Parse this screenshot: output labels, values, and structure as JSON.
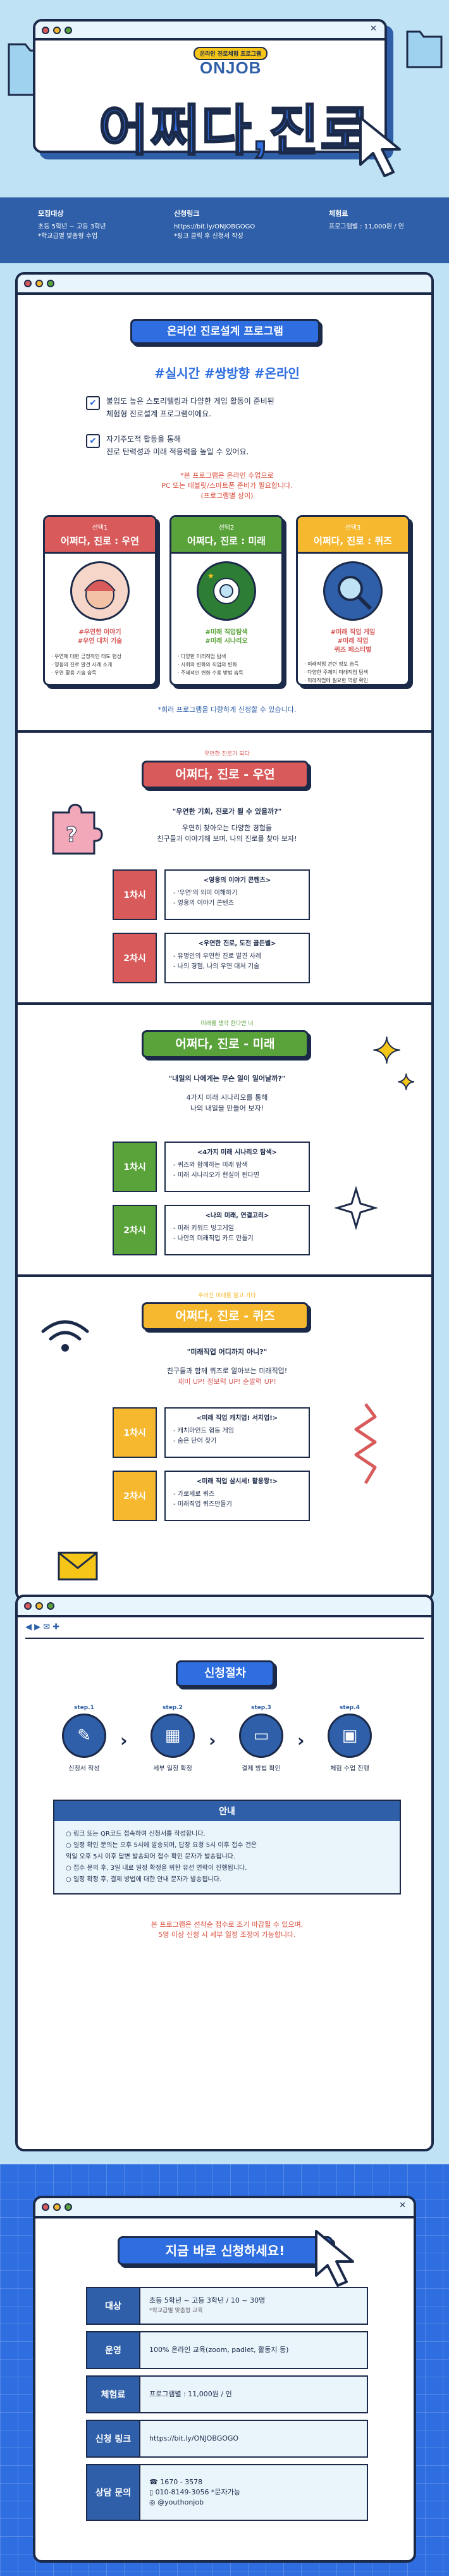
{
  "hero": {
    "badge": "온라인 진로체험 프로그램",
    "logo": "ONJOB",
    "title": "어쩌다,진로"
  },
  "info": [
    {
      "label": "모집대상",
      "lines": [
        "초등 5학년 ~ 고등 3학년",
        "*학교급별 맞춤형 수업"
      ]
    },
    {
      "label": "신청링크",
      "lines": [
        "https://bit.ly/ONJOBGOGO",
        "*링크 클릭 후 신청서 작성"
      ]
    },
    {
      "label": "체험료",
      "lines": [
        "프로그램별 : 11,000원 / 인"
      ]
    }
  ],
  "program": {
    "title": "온라인 진로설계 프로그램",
    "hashtags": "#실시간 #쌍방향 #온라인",
    "checks": [
      [
        "불입도 높은 스토리텔링과 다양한 게임 활동이 준비된",
        "체험형 진로설계 프로그램이에요."
      ],
      [
        "자기주도적 활동을 통해",
        "진로 탄력성과 미래 적응력을 높일 수 있어요."
      ]
    ],
    "note": [
      "*본 프로그램은 온라인 수업으로",
      "PC 또는 태블릿/스마트폰 준비가 필요합니다.",
      "(프로그램별 상이)"
    ],
    "cards": [
      {
        "num": "선택1",
        "title": "어쩌다, 진로 : 우연",
        "hash": [
          "#우연한 이야기",
          "#우연 대처 기술"
        ],
        "list": [
          "· 우연에 대한 긍정적인 태도 형성",
          "· 영웅의 진로 발견 사례 소개",
          "· 우연 활용 기술 습득"
        ]
      },
      {
        "num": "선택2",
        "title": "어쩌다, 진로 : 미래",
        "hash": [
          "#미래 직업탐색",
          "#미래 시나리오"
        ],
        "list": [
          "· 다양한 미래직업 탐색",
          "· 사회의 변화와 직업의 변화",
          "· 주체적인 변화 수용 방법 습득"
        ]
      },
      {
        "num": "선택3",
        "title": "어쩌다, 진로 : 퀴즈",
        "hash": [
          "#미래 직업 게임",
          "#미래 직업",
          "퀴즈 페스티벌"
        ],
        "list": [
          "· 미래직업 관련 정보 습득",
          "· 다양한 주제의 미래직업 탐색",
          "· 미래직업에 필요한 역량 확인"
        ]
      }
    ],
    "bottom_note": "*희러 프로그램을 다량하게 신청할 수 있습니다."
  },
  "sections": [
    {
      "tag": "우연한 진로가 되다",
      "title": "어쩌다, 진로 - 우연",
      "intro_bold": "\"우연한 기회, 진로가 될 수 있을까?\"",
      "intro": [
        "우연히 찾아오는 다양한 경험들",
        "친구들과 이야기해 보며, 나의 진로를 찾아 보자!"
      ],
      "sessions": [
        {
          "label": "1차시",
          "head": "<영웅의 이야기 콘텐츠>",
          "lines": [
            "- '우연'의 의미 이해하기",
            "- 영웅의 이야기 콘텐츠"
          ]
        },
        {
          "label": "2차시",
          "head": "<우연한 진로, 도전 골든벨>",
          "lines": [
            "- 유명인의 우연한 진로 발견 사례",
            "- 나의 경험, 나의 우연 대처 기술"
          ]
        }
      ]
    },
    {
      "tag": "미래를 생각 한다면 너",
      "title": "어쩌다, 진로 - 미래",
      "intro_bold": "\"내일의 나에게는 무슨 일이 일어날까?\"",
      "intro_bold2": "4가지 미래 시나리오",
      "intro": [
        "4가지 미래 시나리오를 통해",
        "나의 내일을 만들어 보자!"
      ],
      "sessions": [
        {
          "label": "1차시",
          "head": "<4가지 미래 시나리오 탐색>",
          "lines": [
            "- 퀴즈와 함께하는 미래 탐색",
            "- 미래 시나리오가 현실이 된다면"
          ]
        },
        {
          "label": "2차시",
          "head": "<나의 미래, 연결고리>",
          "lines": [
            "- 미래 키워드 빙고게임",
            "- 나만의 미래직업 카드 만들기"
          ]
        }
      ]
    },
    {
      "tag": "주어진 미래를 알고 가다",
      "title": "어쩌다, 진로 - 퀴즈",
      "intro_bold": "\"미래직업 어디까지 아니?\"",
      "intro": [
        "친구들과 함께 퀴즈로 알아보는 미래직업!",
        "재미 UP! 정보력 UP! 순발력 UP!"
      ],
      "sessions": [
        {
          "label": "1차시",
          "head": "<미래 직업 캐치업! 서치업!>",
          "lines": [
            "- 캐치마인드 협동 게임",
            "- 숨은 단어 찾기"
          ]
        },
        {
          "label": "2차시",
          "head": "<미래 직업 삼시세! 활용왕!>",
          "lines": [
            "- 가로세로 퀴즈",
            "- 미래직업 퀴즈만들기"
          ]
        }
      ]
    }
  ],
  "procedure": {
    "title": "신청절차",
    "steps": [
      {
        "num": "step.1",
        "label": "신청서 작성"
      },
      {
        "num": "step.2",
        "label": "세부 일정 확정"
      },
      {
        "num": "step.3",
        "label": "결제 방법 확인"
      },
      {
        "num": "step.4",
        "label": "체험 수업 진행"
      }
    ],
    "guide_title": "안내",
    "guide_lines": [
      "○ 링크 또는 QR코드 접속하여 신청서를 작성합니다.",
      "○ 일정 확인 문의는 오후 5시에 발송되며, 답장 요청 5시 이후 접수 건은",
      "   익일 오후 5시 이후 답변 발송되어 접수 확인 문자가 발송됩니다.",
      "○ 접수 문의 후, 3일 내로 일정 확정을 위한 유선 연락이 진행됩니다.",
      "○ 일정 확정 후, 결제 방법에 대한 안내 문자가 발송됩니다."
    ],
    "red_note": [
      "본 프로그램은 선착순 접수로 조기 마감될 수 있으며,",
      "5명 이상 신청 시 세부 일정 조정이 가능합니다."
    ]
  },
  "apply": {
    "title": "지금 바로 신청하세요!",
    "rows": [
      {
        "label": "대상",
        "lines": [
          "초등 5학년 ~ 고등 3학년 / 10 ~ 30명",
          "*학교급별 맞춤형 교육"
        ]
      },
      {
        "label": "운영",
        "lines": [
          "100% 온라인 교육(zoom, padlet, 활동지 등)"
        ]
      },
      {
        "label": "체험료",
        "lines": [
          "프로그램별 : 11,000원 / 인"
        ]
      },
      {
        "label": "신청 링크",
        "lines": [
          "https://bit.ly/ONJOBGOGO"
        ]
      },
      {
        "label": "상담 문의",
        "lines": [
          "1670 - 3578",
          "010-8149-3056 *문자가능",
          "@youthonjob"
        ]
      }
    ]
  },
  "colors": {
    "navy": "#1c2a4a",
    "blue": "#2e6ee0",
    "red": "#d85a5a",
    "green": "#5aa33a",
    "yellow": "#f5b82e",
    "sky": "#bfe3f5"
  }
}
